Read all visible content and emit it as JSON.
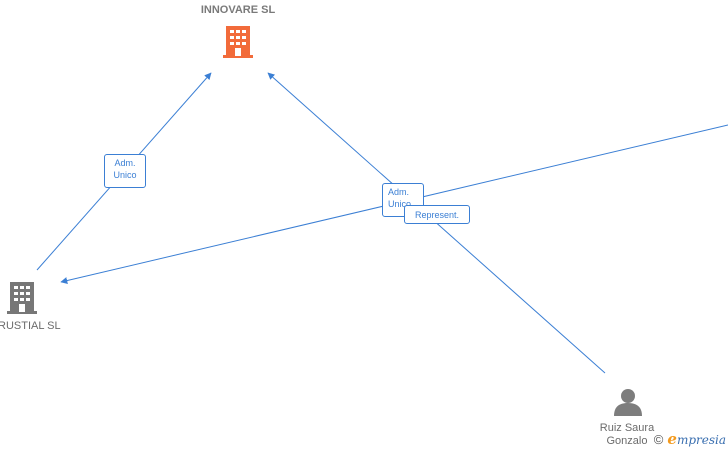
{
  "nodes": {
    "innovare": {
      "label": "INNOVARE  SL",
      "color": "#f26b3a"
    },
    "industrial": {
      "label": "RUSTIAL  SL",
      "color": "#777777"
    },
    "person": {
      "line1": "Ruiz Saura",
      "line2": "Gonzalo",
      "color": "#7d7d7d"
    }
  },
  "edges": {
    "e1": {
      "line1": "Adm.",
      "line2": "Unico"
    },
    "e2": {
      "line1": "Adm.",
      "line2": "Unico"
    },
    "e3": {
      "line1": "Represent."
    }
  },
  "edge_color": "#3b7fd4",
  "brand": {
    "copyright": "©",
    "name": "mpresia",
    "initial": "e"
  }
}
